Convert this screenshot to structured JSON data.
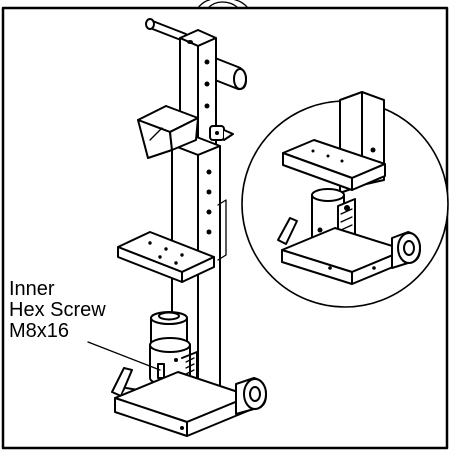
{
  "diagram": {
    "callout": {
      "lines": [
        "Inner",
        "Hex Screw",
        "M8x16"
      ]
    }
  }
}
